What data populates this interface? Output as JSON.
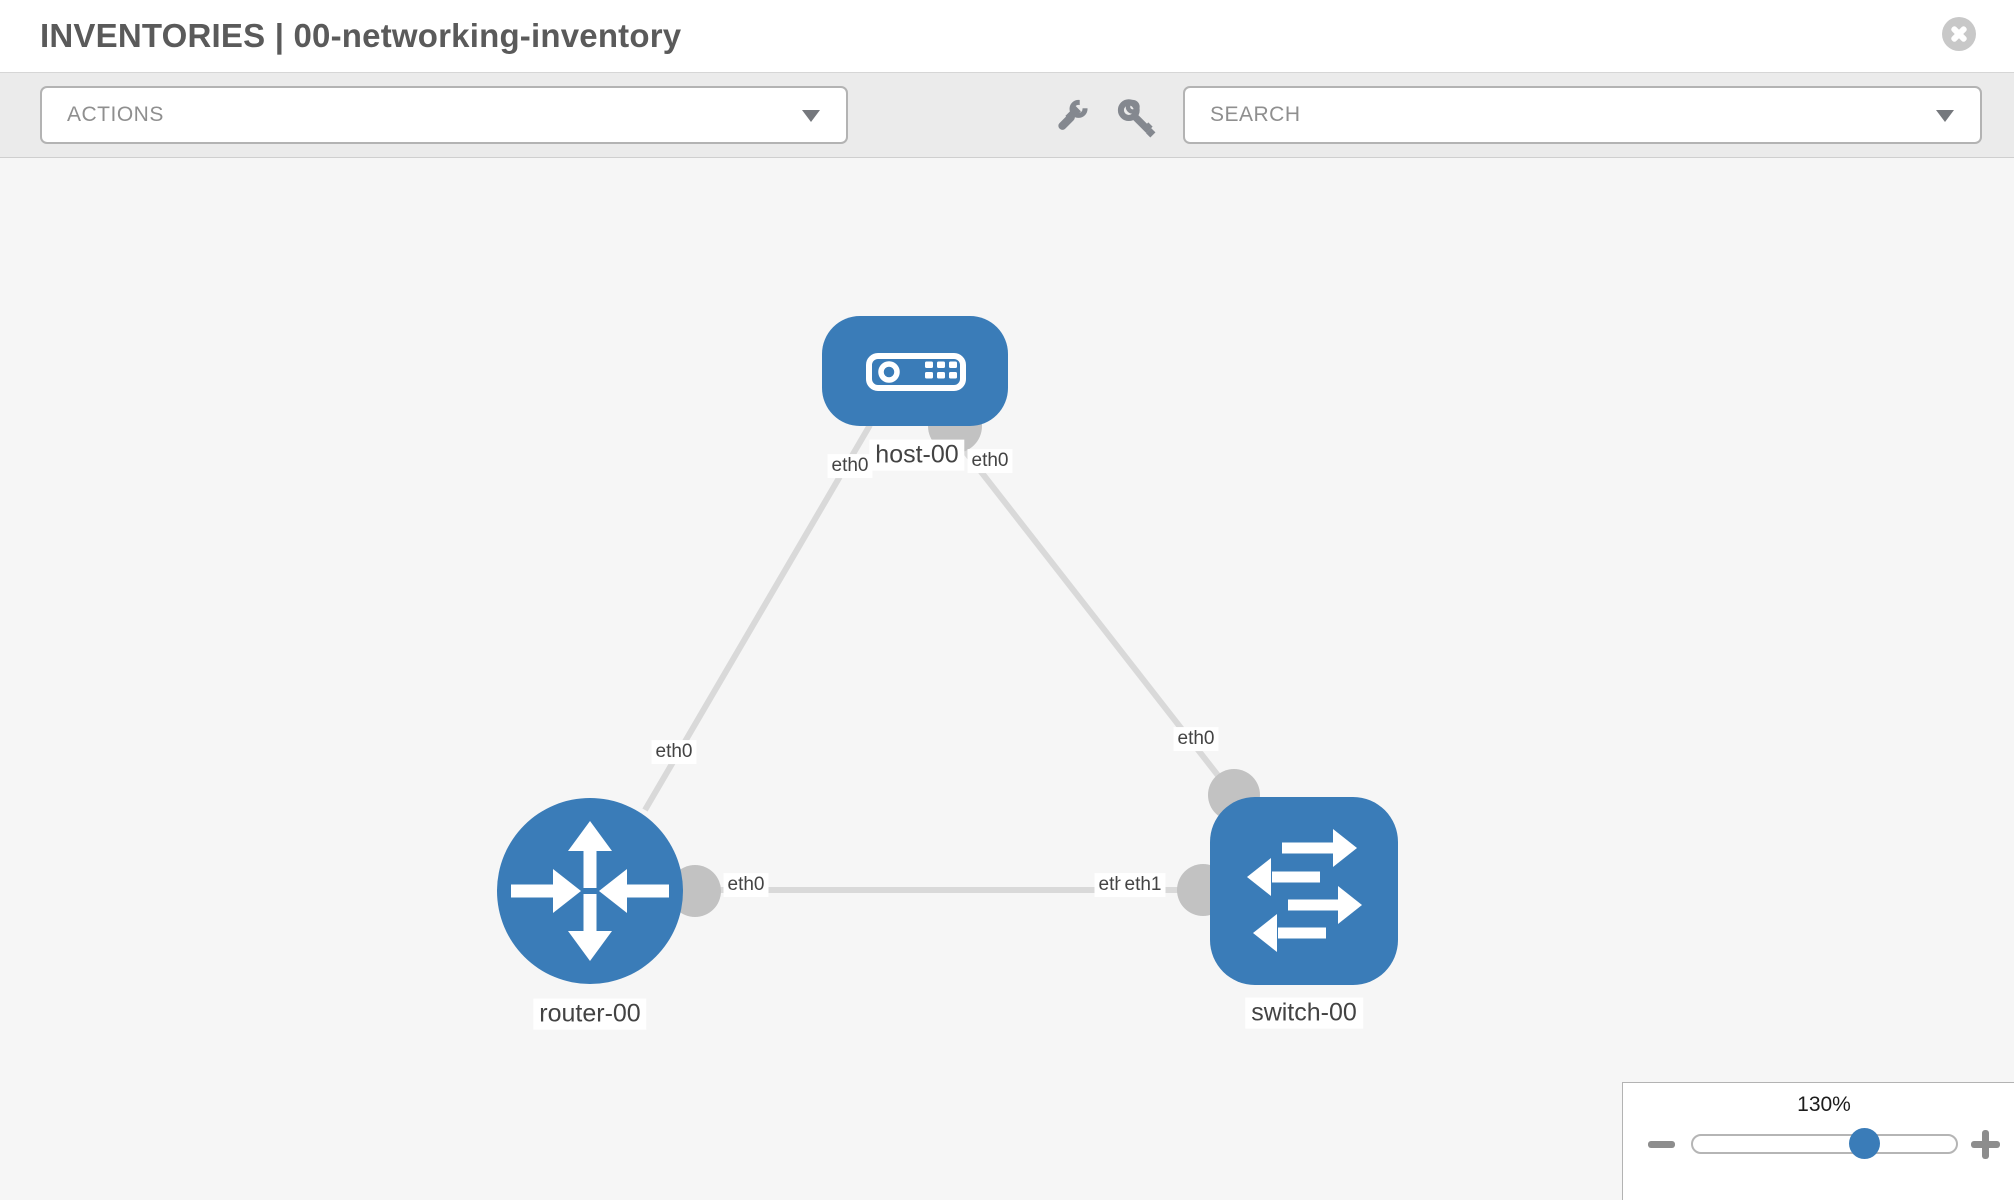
{
  "header": {
    "title_section": "INVENTORIES",
    "title_separator": "|",
    "title_item": "00-networking-inventory"
  },
  "toolbar": {
    "actions_dropdown_value": "ACTIONS",
    "search_placeholder": "SEARCH"
  },
  "icons": {
    "close": "close-icon (circle with x)",
    "wrench": "wrench-icon",
    "key": "key-icon",
    "caret": "chevron-down-icon",
    "minus": "minus-icon",
    "plus": "plus-icon"
  },
  "topology": {
    "nodes": [
      {
        "id": "host-00",
        "type": "host",
        "label": "host-00"
      },
      {
        "id": "router-00",
        "type": "router",
        "label": "router-00"
      },
      {
        "id": "switch-00",
        "type": "switch",
        "label": "switch-00"
      }
    ],
    "links": [
      {
        "source": "host-00",
        "target": "router-00",
        "source_interface": "eth0",
        "target_interface": "eth0"
      },
      {
        "source": "host-00",
        "target": "switch-00",
        "source_interface": "eth0",
        "target_interface": "eth0"
      },
      {
        "source": "router-00",
        "target": "switch-00",
        "source_interface": "eth0",
        "target_interface": "eth1"
      }
    ],
    "interface_labels": [
      {
        "text": "eth0",
        "at": "host-00 side of host-router link"
      },
      {
        "text": "eth0",
        "at": "router-00 side of host-router link"
      },
      {
        "text": "eth0",
        "at": "host-00 side of host-switch link"
      },
      {
        "text": "eth0",
        "at": "switch-00 side of host-switch link"
      },
      {
        "text": "eth0",
        "at": "router-00 side of router-switch link"
      },
      {
        "text": "eth0",
        "at": "switch-00 side of router-switch link (partially covered)"
      },
      {
        "text": "eth1",
        "at": "switch-00 side of router-switch link"
      }
    ]
  },
  "zoom_control": {
    "level": "130%"
  },
  "colors": {
    "node_blue": "#3a7cb8",
    "link_gray": "#d9d9d9",
    "connector_gray": "#c2c2c2",
    "toolbar_bg": "#ebebeb",
    "canvas_bg": "#f6f6f6",
    "icon_gray": "#84888f",
    "title_gray": "#5a5a5a"
  }
}
